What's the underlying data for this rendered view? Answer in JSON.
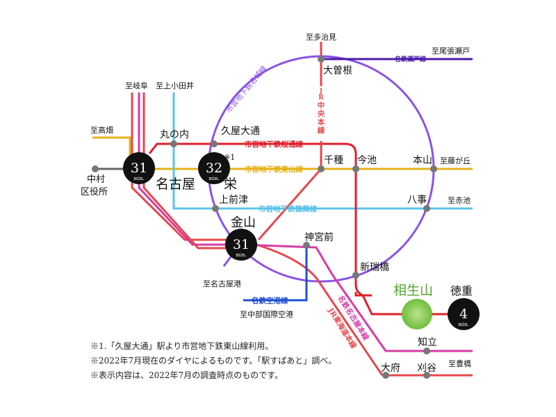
{
  "colors": {
    "meijo": "#8a52e6",
    "sakuradori": "#e01e2a",
    "higashiyama": "#e5b21a",
    "tsurumai": "#5bc3ea",
    "meitetsu_seto": "#4b1aa8",
    "jr_chuo": "#e6474a",
    "jr_tokaido": "#e6474a",
    "meitetsu_nagoya": "#d63aa5",
    "meitetsu_airport": "#1f4fd1",
    "aioiyama": "#7ec84a",
    "badge": "#111111"
  },
  "lines": {
    "meijo": "市営地下鉄名城線",
    "sakuradori": "市営地下鉄桜通線",
    "higashiyama": "市営地下鉄東山線",
    "tsurumai": "市営地下鉄鶴舞線",
    "meitetsu_seto": "名鉄瀬戸線",
    "jr_chuo": "JR中央本線",
    "jr_tokaido": "JR東海道本線",
    "meitetsu_nagoya": "名鉄名古屋本線",
    "meitetsu_airport": "名鉄空港線"
  },
  "stations": {
    "aioiyama": "相生山",
    "tokushige": "徳重",
    "nagoya": "名古屋",
    "sakae": "栄",
    "kanayama": "金山",
    "marunouchi": "丸の内",
    "hisaya_odori": "久屋大通",
    "nakamura_kuyakusho": "中村\n区役所",
    "kamimaezu": "上前津",
    "jingumae": "神宮前",
    "ozone": "大曽根",
    "chikusa": "千種",
    "imaike": "今池",
    "motoyama": "本山",
    "yagoto": "八事",
    "aratamabashi": "新瑞橋",
    "chiryu": "知立",
    "obu": "大府",
    "kariya": "刈谷"
  },
  "directions": {
    "tajimi": "至多治見",
    "owari_seto": "至尾張瀬戸",
    "gifu": "至岐阜",
    "kami_otai": "至上小田井",
    "takabata": "至高畑",
    "fujigaoka": "至藤が丘",
    "akaike": "至赤池",
    "nagoyako": "至名古屋港",
    "chubu_airport": "至中部国際空港",
    "toyohashi": "至豊橋"
  },
  "badges": {
    "nagoya": {
      "minutes": "31",
      "unit": "min."
    },
    "sakae": {
      "minutes": "32",
      "unit": "min."
    },
    "kanayama": {
      "minutes": "31",
      "unit": "min."
    },
    "tokushige": {
      "minutes": "4",
      "unit": "min."
    }
  },
  "note_mark": "※1",
  "notes": [
    "※1.「久屋大通」駅より市営地下鉄東山線利用。",
    "※2022年7月現在のダイヤによるものです。「駅すぱあと」調べ。",
    "※表示内容は、2022年7月の調査時点のものです。"
  ]
}
